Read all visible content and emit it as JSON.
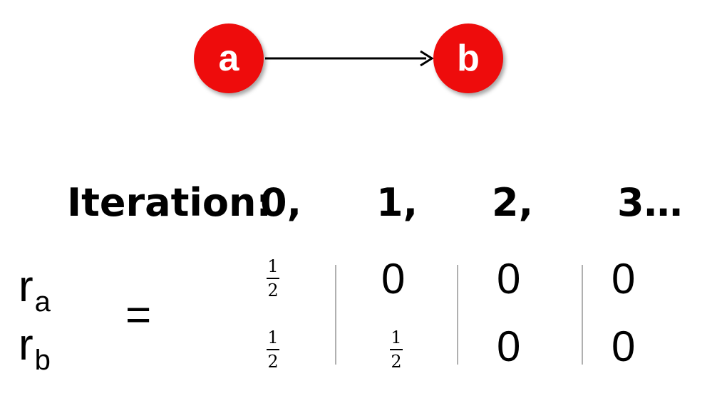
{
  "graph": {
    "node_color": "#ee0c0c",
    "nodes": [
      {
        "id": "a",
        "label": "a"
      },
      {
        "id": "b",
        "label": "b"
      }
    ],
    "edges": [
      {
        "from": "a",
        "to": "b"
      }
    ]
  },
  "iteration": {
    "label": "Iteration:",
    "steps": [
      "0,",
      "1,",
      "2,",
      "3…"
    ]
  },
  "vector": {
    "var_a": {
      "base": "r",
      "sub": "a"
    },
    "var_b": {
      "base": "r",
      "sub": "b"
    },
    "equals": "=",
    "values": {
      "r_a": [
        {
          "num": "1",
          "den": "2"
        },
        "0",
        "0",
        "0"
      ],
      "r_b": [
        {
          "num": "1",
          "den": "2"
        },
        {
          "num": "1",
          "den": "2"
        },
        "0",
        "0"
      ]
    }
  }
}
